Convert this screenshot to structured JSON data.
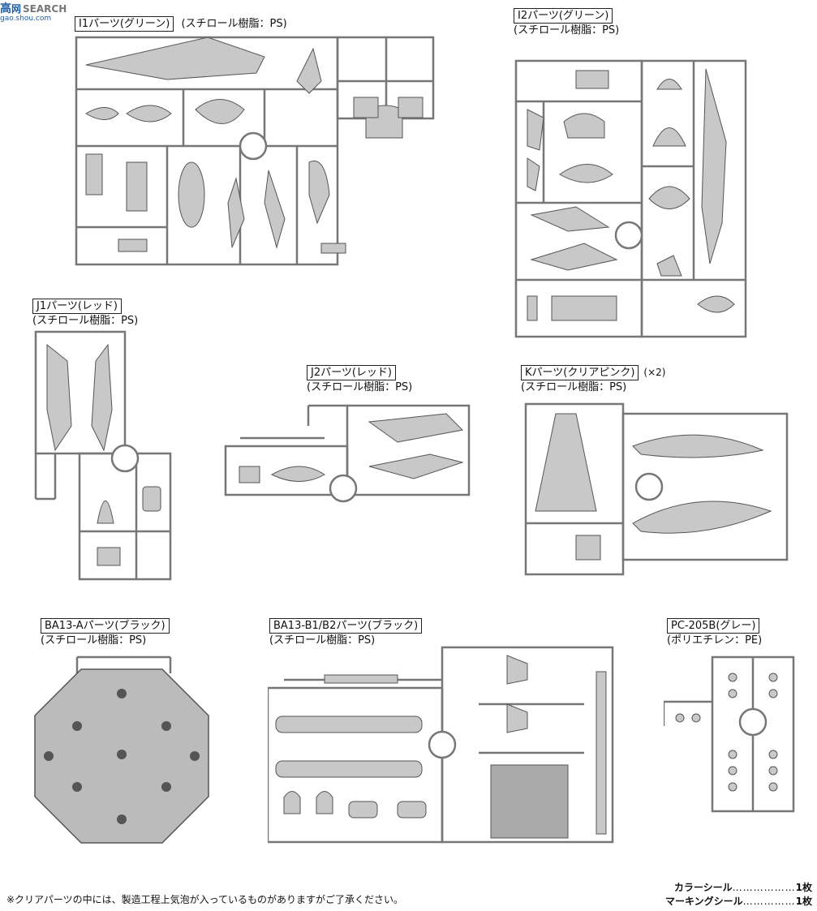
{
  "watermark": {
    "char1": "高",
    "char2": "网",
    "search": "SEARCH",
    "url": "gao.shou.com"
  },
  "sprues": [
    {
      "id": "i1",
      "name": "I1パーツ(グリーン)",
      "material": "(スチロール樹脂：PS)"
    },
    {
      "id": "i2",
      "name": "I2パーツ(グリーン)",
      "material": "(スチロール樹脂：PS)"
    },
    {
      "id": "j1",
      "name": "J1パーツ(レッド)",
      "material": "(スチロール樹脂：PS)"
    },
    {
      "id": "j2",
      "name": "J2パーツ(レッド)",
      "material": "(スチロール樹脂：PS)"
    },
    {
      "id": "k",
      "name": "Kパーツ(クリアピンク)",
      "material": "(スチロール樹脂：PS)",
      "multiplier": "(×2)"
    },
    {
      "id": "ba13a",
      "name": "BA13-Aパーツ(ブラック)",
      "material": "(スチロール樹脂：PS)"
    },
    {
      "id": "ba13b",
      "name": "BA13-B1/B2パーツ(ブラック)",
      "material": "(スチロール樹脂：PS)"
    },
    {
      "id": "pc",
      "name": "PC-205B(グレー)",
      "material": "(ポリエチレン：PE)"
    }
  ],
  "footer": {
    "note": "※クリアパーツの中には、製造工程上気泡が入っているものがありますがご了承ください。",
    "color_seal": {
      "label": "カラーシール",
      "dots": "………………",
      "qty": "1枚"
    },
    "marking_seal": {
      "label": "マーキングシール",
      "dots": "……………",
      "qty": "1枚"
    }
  },
  "colors": {
    "frame": "#777777",
    "part_fill": "#c8c8c8",
    "part_stroke": "#555555"
  }
}
